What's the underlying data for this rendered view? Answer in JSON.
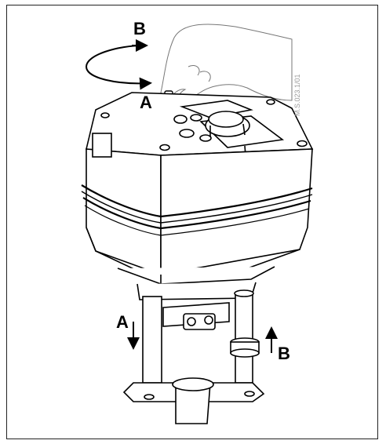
{
  "labels": {
    "rotate_label": "B",
    "knob_label": "A",
    "down_label": "A",
    "up_label": "B"
  },
  "reference_code": "M.S.023.1/01"
}
